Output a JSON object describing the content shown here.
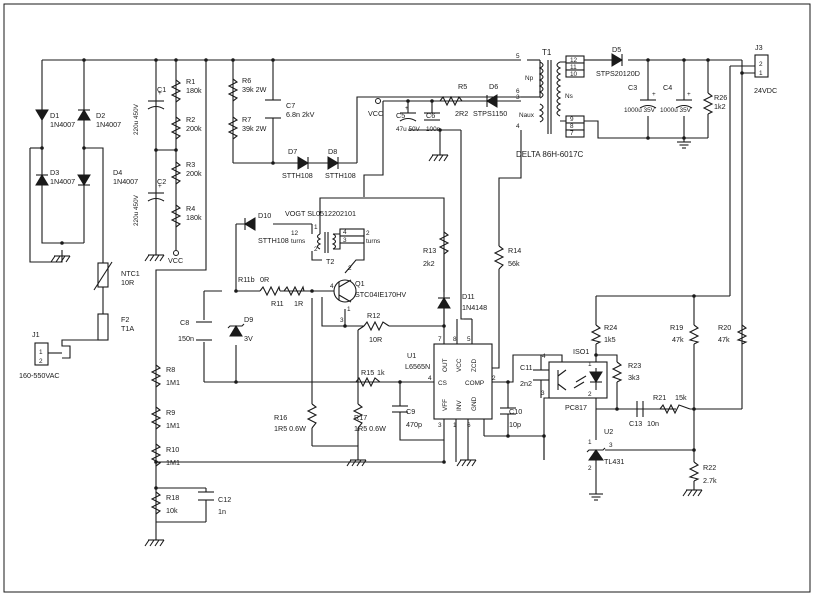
{
  "components": {
    "D1": {
      "ref": "D1",
      "value": "1N4007"
    },
    "D2": {
      "ref": "D2",
      "value": "1N4007"
    },
    "D3": {
      "ref": "D3",
      "value": "1N4007"
    },
    "D4": {
      "ref": "D4",
      "value": "1N4007"
    },
    "R1": {
      "ref": "R1",
      "value": "180k"
    },
    "R2": {
      "ref": "R2",
      "value": "200k"
    },
    "R3": {
      "ref": "R3",
      "value": "200k"
    },
    "R4": {
      "ref": "R4",
      "value": "180k"
    },
    "C1": {
      "ref": "C1",
      "value": "220u 450V"
    },
    "C2": {
      "ref": "C2",
      "value": "220u 450V"
    },
    "R6": {
      "ref": "R6",
      "value": "39k 2W"
    },
    "R7": {
      "ref": "R7",
      "value": "39k 2W"
    },
    "C7": {
      "ref": "C7",
      "value": "6.8n 2kV"
    },
    "D7": {
      "ref": "D7",
      "value": "STTH108"
    },
    "D8": {
      "ref": "D8",
      "value": "STTH108"
    },
    "T1": {
      "ref": "T1",
      "part": "DELTA 86H-6017C",
      "np": "Np",
      "ns": "Ns",
      "naux": "Naux"
    },
    "D5": {
      "ref": "D5",
      "value": "STPS20120D"
    },
    "C3": {
      "ref": "C3",
      "value": "1000u 35V"
    },
    "C4": {
      "ref": "C4",
      "value": "1000u 35V"
    },
    "R26": {
      "ref": "R26",
      "value": "1k2"
    },
    "J3": {
      "ref": "J3",
      "label": "24VDC"
    },
    "R5": {
      "ref": "R5",
      "value": "2R2"
    },
    "D6": {
      "ref": "D6",
      "value": "STPS1150"
    },
    "C5": {
      "ref": "C5",
      "value": "47u 50V"
    },
    "C6": {
      "ref": "C6",
      "value": "100n"
    },
    "D10": {
      "ref": "D10",
      "value": "STTH108"
    },
    "T2": {
      "ref": "T2",
      "part": "VOGT SL0512202101",
      "turns_a": "12",
      "turns_b": "2",
      "turns_word": "turns"
    },
    "R13": {
      "ref": "R13",
      "value": "2k2"
    },
    "R14": {
      "ref": "R14",
      "value": "56k"
    },
    "NTC1": {
      "ref": "NTC1",
      "value": "10R"
    },
    "F2": {
      "ref": "F2",
      "value": "T1A"
    },
    "J1": {
      "ref": "J1",
      "label": "160-550VAC"
    },
    "Q1": {
      "ref": "Q1",
      "value": "STC04IE170HV"
    },
    "R11b": {
      "ref": "R11b",
      "value": "0R"
    },
    "R11": {
      "ref": "R11",
      "value": "1R"
    },
    "D11": {
      "ref": "D11",
      "value": "1N4148"
    },
    "C8": {
      "ref": "C8",
      "value": "150n"
    },
    "D9": {
      "ref": "D9",
      "value": "3V"
    },
    "R12": {
      "ref": "R12",
      "value": "10R"
    },
    "U1": {
      "ref": "U1",
      "value": "L6565N"
    },
    "R15": {
      "ref": "R15",
      "value": "1k"
    },
    "C9": {
      "ref": "C9",
      "value": "470p"
    },
    "C10": {
      "ref": "C10",
      "value": "10p"
    },
    "C11": {
      "ref": "C11",
      "value": "2n2"
    },
    "R16": {
      "ref": "R16",
      "value": "1R5 0.6W"
    },
    "R17": {
      "ref": "R17",
      "value": "1R5 0.6W"
    },
    "R8": {
      "ref": "R8",
      "value": "1M1"
    },
    "R9": {
      "ref": "R9",
      "value": "1M1"
    },
    "R10": {
      "ref": "R10",
      "value": "1M1"
    },
    "R18": {
      "ref": "R18",
      "value": "10k"
    },
    "C12": {
      "ref": "C12",
      "value": "1n"
    },
    "R24": {
      "ref": "R24",
      "value": "1k5"
    },
    "R23": {
      "ref": "R23",
      "value": "3k3"
    },
    "ISO1": {
      "ref": "ISO1",
      "value": "PC817"
    },
    "R19": {
      "ref": "R19",
      "value": "47k"
    },
    "R20": {
      "ref": "R20",
      "value": "47k"
    },
    "R21": {
      "ref": "R21",
      "value": "15k"
    },
    "C13": {
      "ref": "C13",
      "value": "10n"
    },
    "U2": {
      "ref": "U2",
      "value": "TL431"
    },
    "R22": {
      "ref": "R22",
      "value": "2.7k"
    }
  },
  "nets": {
    "vcc": "VCC"
  },
  "u1_pins": {
    "out": "OUT",
    "vcc": "VCC",
    "zcd": "ZCD",
    "cs": "CS",
    "comp": "COMP",
    "vff": "VFF",
    "inv": "INV",
    "gnd": "GND"
  },
  "pin_numbers": {
    "u1_7": "7",
    "u1_8": "8",
    "u1_5": "5",
    "u1_4": "4",
    "u1_2": "2",
    "u1_3": "3",
    "u1_1": "1",
    "u1_6": "6",
    "t1_5": "5",
    "t1_6": "6",
    "t1_3": "3",
    "t1_4": "4",
    "t1_12": "12",
    "t1_11": "11",
    "t1_10": "10",
    "t1_9": "9",
    "t1_8": "8",
    "t1_7": "7",
    "j3_2": "2",
    "j3_1": "1",
    "j1_1": "1",
    "j1_2": "2",
    "t2_1": "1",
    "t2_2": "2",
    "t2_3": "3",
    "t2_4": "4",
    "q1_1": "1",
    "q1_2": "2",
    "q1_3": "3",
    "q1_4": "4",
    "iso_1": "1",
    "iso_2": "2",
    "iso_3": "3",
    "iso_4": "4",
    "u2_1": "1",
    "u2_2": "2",
    "u2_3": "3"
  }
}
